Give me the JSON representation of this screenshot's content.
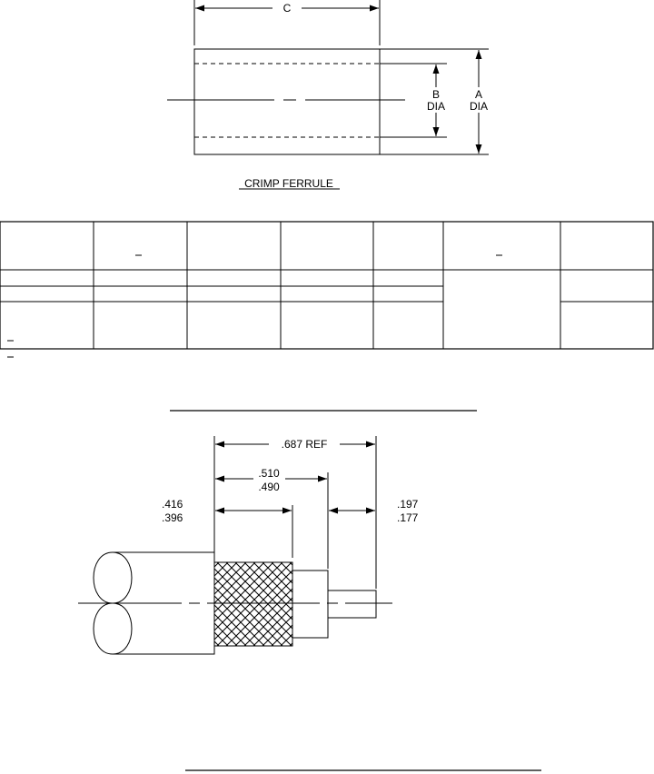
{
  "ferrule_drawing": {
    "dim_c": "C",
    "dim_b_letter": "B",
    "dim_b_dia": "DIA",
    "dim_a_letter": "A",
    "dim_a_dia": "DIA",
    "title": "CRIMP FERRULE"
  },
  "cable_drawing": {
    "overall_ref": ".687 REF",
    "braid_upper": ".510",
    "braid_lower": ".490",
    "jacket_upper": ".416",
    "jacket_lower": ".396",
    "pin_upper": ".197",
    "pin_lower": ".177"
  },
  "colors": {
    "line": "#000000",
    "background": "#ffffff"
  }
}
